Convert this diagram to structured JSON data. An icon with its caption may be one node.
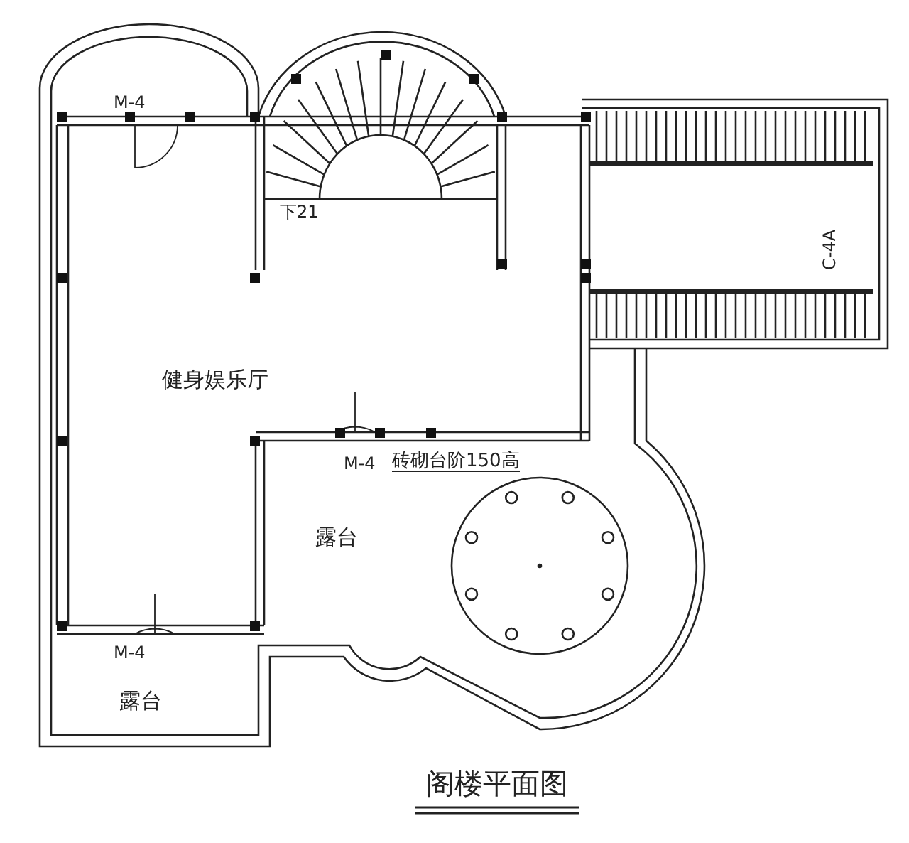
{
  "diagram": {
    "title": "阁楼平面图",
    "labels": [
      "M-4",
      "下21",
      "C-4A",
      "健身娱乐厅",
      "M-4",
      "砖砌台阶150高",
      "露台",
      "M-4",
      "露台"
    ]
  }
}
